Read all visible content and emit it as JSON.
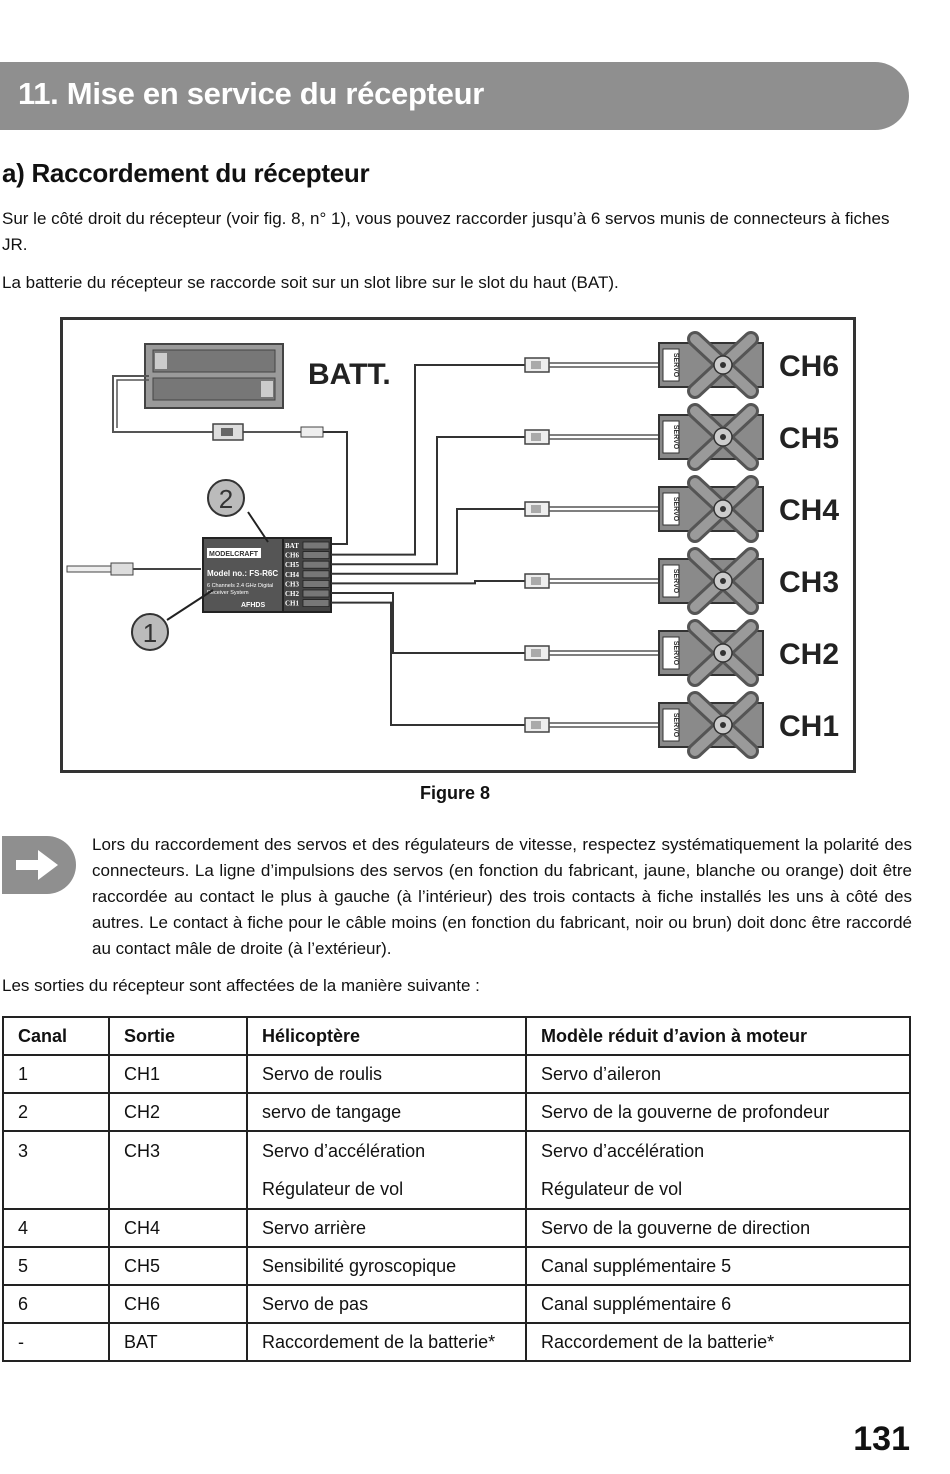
{
  "header": {
    "title": "11. Mise en service du récepteur"
  },
  "section": {
    "title": "a) Raccordement du récepteur"
  },
  "paragraphs": {
    "p1": "Sur le côté droit du récepteur (voir fig. 8, n° 1), vous pouvez raccorder jusqu’à 6 servos munis de connecteurs à fiches JR.",
    "p2": "La batterie du récepteur se raccorde soit sur un slot libre sur le slot du haut (BAT)."
  },
  "figure": {
    "batt_label": "BATT.",
    "channels": [
      "CH6",
      "CH5",
      "CH4",
      "CH3",
      "CH2",
      "CH1"
    ],
    "servo_text": "SERVO",
    "callout_1": "1",
    "callout_2": "2",
    "receiver": {
      "brand": "MODELCRAFT",
      "model": "Model no.: FS-R6C",
      "line1": "6 Channels 2.4 GHz Digital",
      "line2": "Receiver System",
      "afhds": "AFHDS",
      "ports": [
        "BAT",
        "CH6",
        "CH5",
        "CH4",
        "CH3",
        "CH2",
        "CH1"
      ]
    },
    "caption": "Figure 8"
  },
  "note": "Lors du raccordement des servos et des régulateurs de vitesse, respectez systématiquement la polarité des connecteurs. La ligne d’impulsions des servos (en fonction du fabricant, jaune, blanche ou orange) doit être raccordée au contact le plus à gauche (à l’intérieur) des trois contacts à fiche installés les uns à côté des autres. Le contact à fiche pour le câble moins (en fonction du fabricant, noir ou brun) doit donc être raccordé au contact mâle de droite (à l’extérieur).",
  "table_intro": "Les sorties du récepteur sont affectées de la manière suivante :",
  "table": {
    "headers": [
      "Canal",
      "Sortie",
      "Hélicoptère",
      "Modèle réduit d’avion à moteur"
    ],
    "rows": [
      [
        "1",
        "CH1",
        "Servo de roulis",
        "Servo d’aileron"
      ],
      [
        "2",
        "CH2",
        "servo de tangage",
        "Servo de la gouverne de profondeur"
      ],
      [
        "3",
        "CH3",
        "Servo d’accélération",
        "Servo d’accélération"
      ],
      [
        "",
        "",
        "Régulateur de vol",
        "Régulateur de vol"
      ],
      [
        "4",
        "CH4",
        "Servo arrière",
        "Servo de la gouverne de direction"
      ],
      [
        "5",
        "CH5",
        "Sensibilité gyroscopique",
        "Canal supplémentaire 5"
      ],
      [
        "6",
        "CH6",
        "Servo de pas",
        "Canal supplémentaire 6"
      ],
      [
        "-",
        "BAT",
        "Raccordement de la batterie*",
        "Raccordement de la batterie*"
      ]
    ]
  },
  "page_number": "131"
}
